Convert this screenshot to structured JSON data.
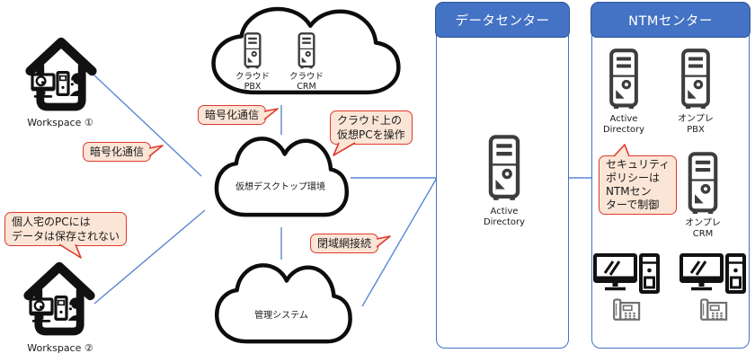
{
  "colors": {
    "accent_blue": "#4472C4",
    "header_border": "#2F5597",
    "connection_line_blue": "#5B87D5",
    "callout_border_red": "#DE3A2C",
    "callout_fill_peach": "#FBE5D6",
    "server_icon_gray": "#3D3D3D",
    "outline_black": "#111111",
    "phone_gray": "#6E6E6E"
  },
  "workspaces": {
    "ws1": {
      "label": "Workspace ①"
    },
    "ws2": {
      "label": "Workspace ②"
    }
  },
  "clouds": {
    "services": {
      "pbx": {
        "l1": "クラウド",
        "l2": "PBX"
      },
      "crm": {
        "l1": "クラウド",
        "l2": "CRM"
      }
    },
    "vdi": {
      "label": "仮想デスクトップ環境"
    },
    "mgmt": {
      "label": "管理システム"
    }
  },
  "callouts": {
    "enc_top": "暗号化通信",
    "enc_left": "暗号化通信",
    "vpc": {
      "l1": "クラウド上の",
      "l2": "仮想PCを操作"
    },
    "nodata": {
      "l1": "個人宅のPCには",
      "l2": "データは保存されない"
    },
    "closed": "閉域網接続",
    "policy": {
      "l1": "セキュリティ",
      "l2": "ポリシーは",
      "l3": "NTMセン",
      "l4": "ターで制御"
    }
  },
  "datacenter": {
    "title": "データセンター",
    "server": {
      "l1": "Active",
      "l2": "Directory"
    }
  },
  "ntm": {
    "title": "NTMセンター",
    "ad": {
      "l1": "Active",
      "l2": "Directory"
    },
    "pbx": {
      "l1": "オンプレ",
      "l2": "PBX"
    },
    "crm": {
      "l1": "オンプレ",
      "l2": "CRM"
    }
  }
}
